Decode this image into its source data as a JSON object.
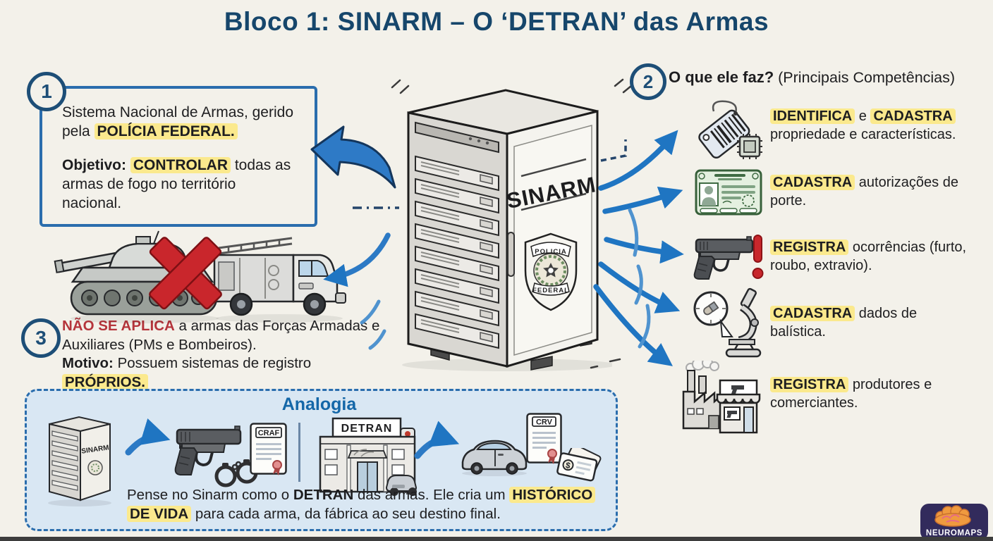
{
  "title": "Bloco 1: SINARM – O ‘DETRAN’ das Armas",
  "colors": {
    "background": "#f3f1ea",
    "title_navy": "#16466b",
    "accent_blue": "#1f75c2",
    "highlight_yellow": "#fbe98d",
    "alert_red": "#c8272c",
    "analogy_bg": "#d9e7f3"
  },
  "badges": {
    "one": "1",
    "two": "2",
    "three": "3"
  },
  "section1": {
    "p1": [
      {
        "t": "Sistema Nacional de Armas, gerido pela "
      },
      {
        "t": "POLÍCIA FEDERAL.",
        "b": true,
        "hl": true
      }
    ],
    "p2": [
      {
        "t": "Objetivo: ",
        "b": true
      },
      {
        "t": "CONTROLAR",
        "b": true,
        "hl": true
      },
      {
        "t": " todas as armas de fogo no território nacional."
      }
    ]
  },
  "server": {
    "label": "SINARM",
    "badge_top": "POLICIA",
    "badge_bottom": "FEDERAL"
  },
  "section2": {
    "heading_bold": "O que ele faz?",
    "heading_rest": " (Principais Competências)",
    "items": [
      {
        "icon": "tag-barcode-chip-icon",
        "text": [
          {
            "t": "IDENTIFICA",
            "b": true,
            "hl": true
          },
          {
            "t": " e "
          },
          {
            "t": "CADASTRA",
            "b": true,
            "hl": true
          },
          {
            "t": " propriedade e características."
          }
        ]
      },
      {
        "icon": "id-card-icon",
        "text": [
          {
            "t": "CADASTRA",
            "b": true,
            "hl": true
          },
          {
            "t": " autorizações de porte."
          }
        ]
      },
      {
        "icon": "pistol-alert-icon",
        "text": [
          {
            "t": "REGISTRA",
            "b": true,
            "hl": true
          },
          {
            "t": " ocorrências (furto, roubo, extravio)."
          }
        ]
      },
      {
        "icon": "ballistics-microscope-icon",
        "text": [
          {
            "t": "CADASTRA",
            "b": true,
            "hl": true
          },
          {
            "t": " dados de balística."
          }
        ]
      },
      {
        "icon": "factory-store-icon",
        "text": [
          {
            "t": "REGISTRA",
            "b": true,
            "hl": true
          },
          {
            "t": " produtores e comerciantes."
          }
        ]
      }
    ]
  },
  "section3": {
    "l1": [
      {
        "t": "NÃO SE APLICA",
        "b": true,
        "red": true
      },
      {
        "t": " a armas das Forças Armadas e Auxiliares (PMs e Bombeiros)."
      }
    ],
    "l2": [
      {
        "t": "Motivo:",
        "b": true
      },
      {
        "t": " Possuem sistemas de registro "
      },
      {
        "t": "PRÓPRIOS.",
        "b": true,
        "hl": true
      }
    ]
  },
  "analogy": {
    "title": "Analogia",
    "mini_server_label": "SINARM",
    "craf_label": "CRAF",
    "detran_label": "DETRAN",
    "crv_label": "CRV",
    "money_symbol": "$",
    "text": [
      {
        "t": "Pense no Sinarm como o "
      },
      {
        "t": "DETRAN",
        "b": true
      },
      {
        "t": " das armas. Ele cria um "
      },
      {
        "t": "HISTÓRICO DE VIDA",
        "b": true,
        "hl": true
      },
      {
        "t": " para cada arma, da fábrica ao seu destino final."
      }
    ]
  },
  "logo": {
    "text": "NEUROMAPS"
  }
}
